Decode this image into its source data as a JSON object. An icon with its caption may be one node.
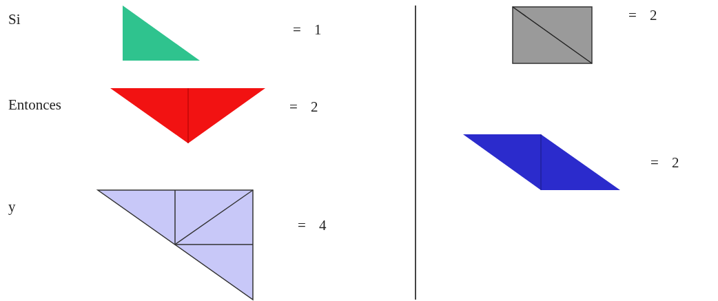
{
  "diagram": {
    "labels": [
      "Si",
      "= 1",
      "Entonces",
      "= 2",
      "y",
      "= 4",
      "= 2",
      "= 2"
    ]
  }
}
